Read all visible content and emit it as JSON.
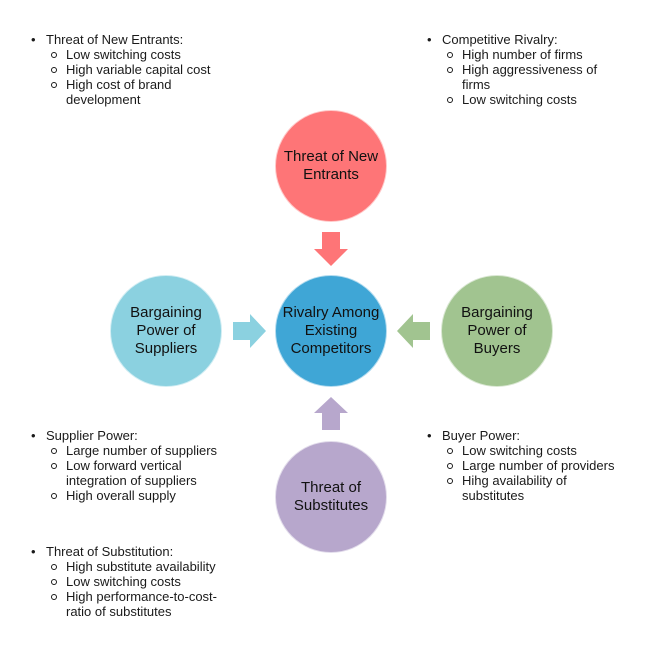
{
  "diagram": {
    "title": "Porter's Five Forces",
    "center": {
      "label": "Rivalry Among Existing Competitors",
      "color": "#3fa6d6"
    },
    "forces": [
      {
        "id": "top",
        "label": "Threat of New Entrants",
        "color": "#fe7577",
        "arrow_direction": "down"
      },
      {
        "id": "left",
        "label": "Bargaining Power of Suppliers",
        "color": "#8bd1e0",
        "arrow_direction": "right"
      },
      {
        "id": "right",
        "label": "Bargaining Power of Buyers",
        "color": "#a1c490",
        "arrow_direction": "left"
      },
      {
        "id": "bottom",
        "label": "Threat of Substitutes",
        "color": "#b7a7cc",
        "arrow_direction": "up"
      }
    ]
  },
  "notes": {
    "new_entrants": {
      "heading": "Threat of New Entrants:",
      "items": [
        "Low switching costs",
        "High variable capital cost",
        "High cost of brand development"
      ]
    },
    "rivalry": {
      "heading": "Competitive Rivalry:",
      "items": [
        "High number of firms",
        "High aggressiveness of firms",
        "Low switching costs"
      ]
    },
    "supplier": {
      "heading": "Supplier Power:",
      "items": [
        "Large number of suppliers",
        "Low forward vertical integration of suppliers",
        "High overall supply"
      ]
    },
    "buyer": {
      "heading": "Buyer Power:",
      "items": [
        "Low switching costs",
        "Large number of providers",
        "Hihg availability of substitutes"
      ]
    },
    "substitution": {
      "heading": "Threat of Substitution:",
      "items": [
        "High substitute availability",
        "Low switching costs",
        "High performance-to-cost-ratio of substitutes"
      ]
    }
  }
}
